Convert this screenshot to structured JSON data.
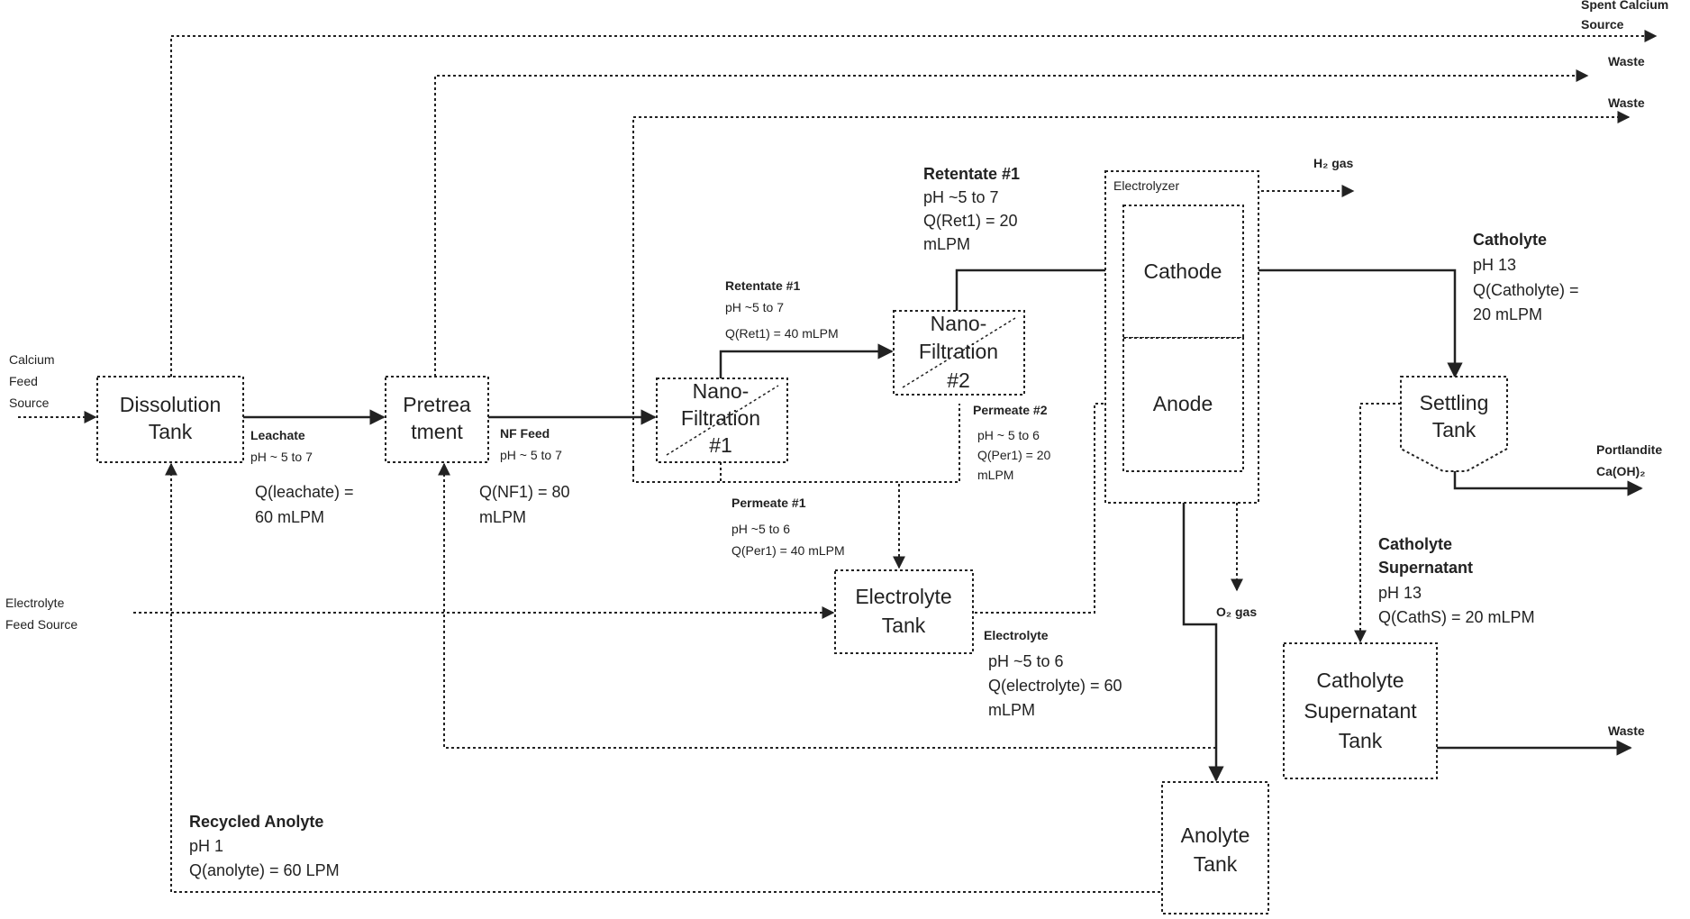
{
  "boxes": {
    "dissolution": [
      "Dissolution",
      "Tank"
    ],
    "pretreatment": [
      "Pretrea",
      "tment"
    ],
    "nf1": [
      "Nano-",
      "Filtration",
      "#1"
    ],
    "nf2": [
      "Nano-",
      "Filtration",
      "#2"
    ],
    "electrolyzer": "Electrolyzer",
    "cathode": "Cathode",
    "anode": "Anode",
    "settling": [
      "Settling",
      "Tank"
    ],
    "electrolyte_tank": [
      "Electrolyte",
      "Tank"
    ],
    "catholyte_supernatant_tank": [
      "Catholyte",
      "Supernatant",
      "Tank"
    ],
    "anolyte_tank": [
      "Anolyte",
      "Tank"
    ]
  },
  "sources": {
    "calcium_feed": [
      "Calcium",
      "Feed",
      "Source"
    ],
    "electrolyte_feed": [
      "Electrolyte",
      "Feed Source"
    ]
  },
  "outputs": {
    "spent_calcium": [
      "Spent Calcium",
      "Source"
    ],
    "waste_1": "Waste",
    "waste_2": "Waste",
    "waste_3": "Waste",
    "h2_gas": "H₂ gas",
    "o2_gas": "O₂ gas",
    "portlandite": [
      "Portlandite",
      "Ca(OH)₂"
    ]
  },
  "streams": {
    "leachate": [
      "Leachate",
      "pH ~ 5 to 7",
      "Q(leachate) =",
      "60 mLPM"
    ],
    "nf_feed": [
      "NF Feed",
      "pH ~ 5 to 7",
      "Q(NF1) = 80",
      "mLPM"
    ],
    "retentate1_upper": [
      "Retentate #1",
      "pH ~5 to 7",
      "Q(Ret1) = 20",
      "mLPM"
    ],
    "retentate1_mid": [
      "Retentate #1",
      "pH ~5 to 7",
      "Q(Ret1) = 40 mLPM"
    ],
    "permeate1": [
      "Permeate #1",
      "pH ~5 to 6",
      "Q(Per1) = 40 mLPM"
    ],
    "permeate2": [
      "Permeate #2",
      "pH ~ 5 to 6",
      "Q(Per1) = 20",
      "mLPM"
    ],
    "electrolyte": [
      "Electrolyte",
      "pH ~5 to 6",
      "Q(electrolyte) = 60",
      "mLPM"
    ],
    "catholyte": [
      "Catholyte",
      "pH 13",
      "Q(Catholyte) =",
      "20 mLPM"
    ],
    "catholyte_supernatant": [
      "Catholyte",
      "Supernatant",
      "pH 13",
      "Q(CathS) = 20 mLPM"
    ],
    "recycled_anolyte": [
      "Recycled Anolyte",
      "pH 1",
      "Q(anolyte) = 60 LPM"
    ]
  }
}
